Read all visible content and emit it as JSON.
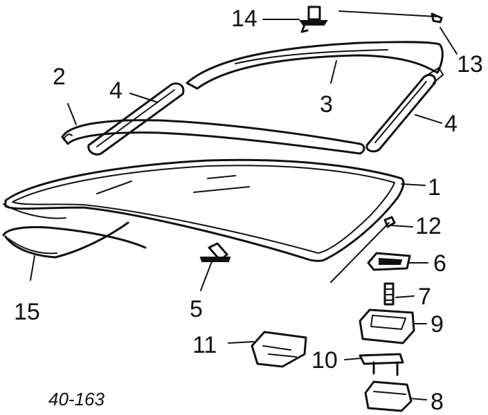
{
  "figure_id": "40-163",
  "callouts": [
    {
      "id": "c1",
      "number": "1"
    },
    {
      "id": "c2",
      "number": "2"
    },
    {
      "id": "c3",
      "number": "3"
    },
    {
      "id": "c4a",
      "number": "4"
    },
    {
      "id": "c4b",
      "number": "4"
    },
    {
      "id": "c5",
      "number": "5"
    },
    {
      "id": "c6",
      "number": "6"
    },
    {
      "id": "c7",
      "number": "7"
    },
    {
      "id": "c8",
      "number": "8"
    },
    {
      "id": "c9",
      "number": "9"
    },
    {
      "id": "c10",
      "number": "10"
    },
    {
      "id": "c11",
      "number": "11"
    },
    {
      "id": "c12",
      "number": "12"
    },
    {
      "id": "c13",
      "number": "13"
    },
    {
      "id": "c14",
      "number": "14"
    },
    {
      "id": "c15",
      "number": "15"
    }
  ]
}
